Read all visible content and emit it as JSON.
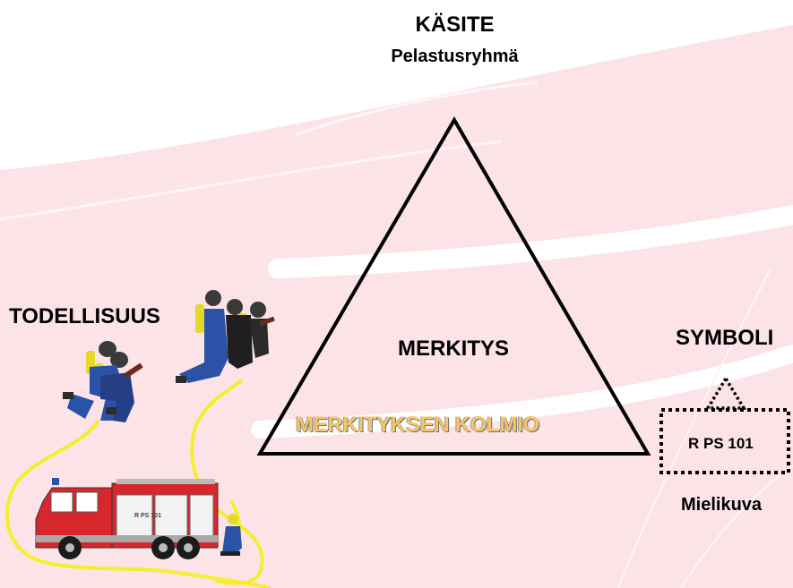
{
  "concept": {
    "title": "KÄSITE",
    "subtitle": "Pelastusryhmä"
  },
  "reality": {
    "label": "TODELLISUUS",
    "truck_plate": "R PS 101"
  },
  "center": {
    "meaning_label": "MERKITYS",
    "triangle_name": "MERKITYKSEN KOLMIO"
  },
  "symbol": {
    "label": "SYMBOLI",
    "text": "R PS 101",
    "mental_image_label": "Mielikuva"
  },
  "colors": {
    "background_band": "#fbe3e8",
    "hose": "#f5ee30",
    "truck": "#d8262d",
    "uniform": "#2a52a6",
    "triangle_stroke": "#000000"
  }
}
